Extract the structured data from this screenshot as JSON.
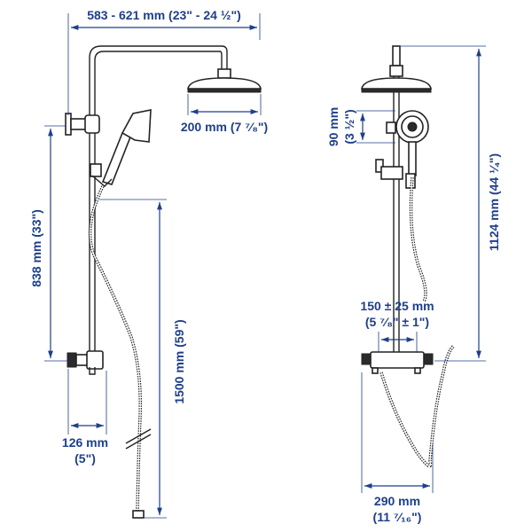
{
  "dimensions": {
    "overall_width": "583 - 621 mm (23\" - 24 ½\")",
    "head_diameter": "200 mm (7 ⁷⁄₈\")",
    "rail_height_mm": "838 mm (33\")",
    "total_height": "1500 mm (59\")",
    "bracket_depth_mm": "126 mm",
    "bracket_depth_in": "(5\")",
    "handshower_mm": "90 mm",
    "handshower_in": "(3 ½\")",
    "side_height": "1124 mm (44 ¼\")",
    "center_spacing_mm": "150 ± 25 mm",
    "center_spacing_in": "(5 ⁷⁄₈\" ± 1\")",
    "mixer_depth_mm": "290 mm",
    "mixer_depth_in": "(11 ⁷⁄₁₆\")"
  }
}
